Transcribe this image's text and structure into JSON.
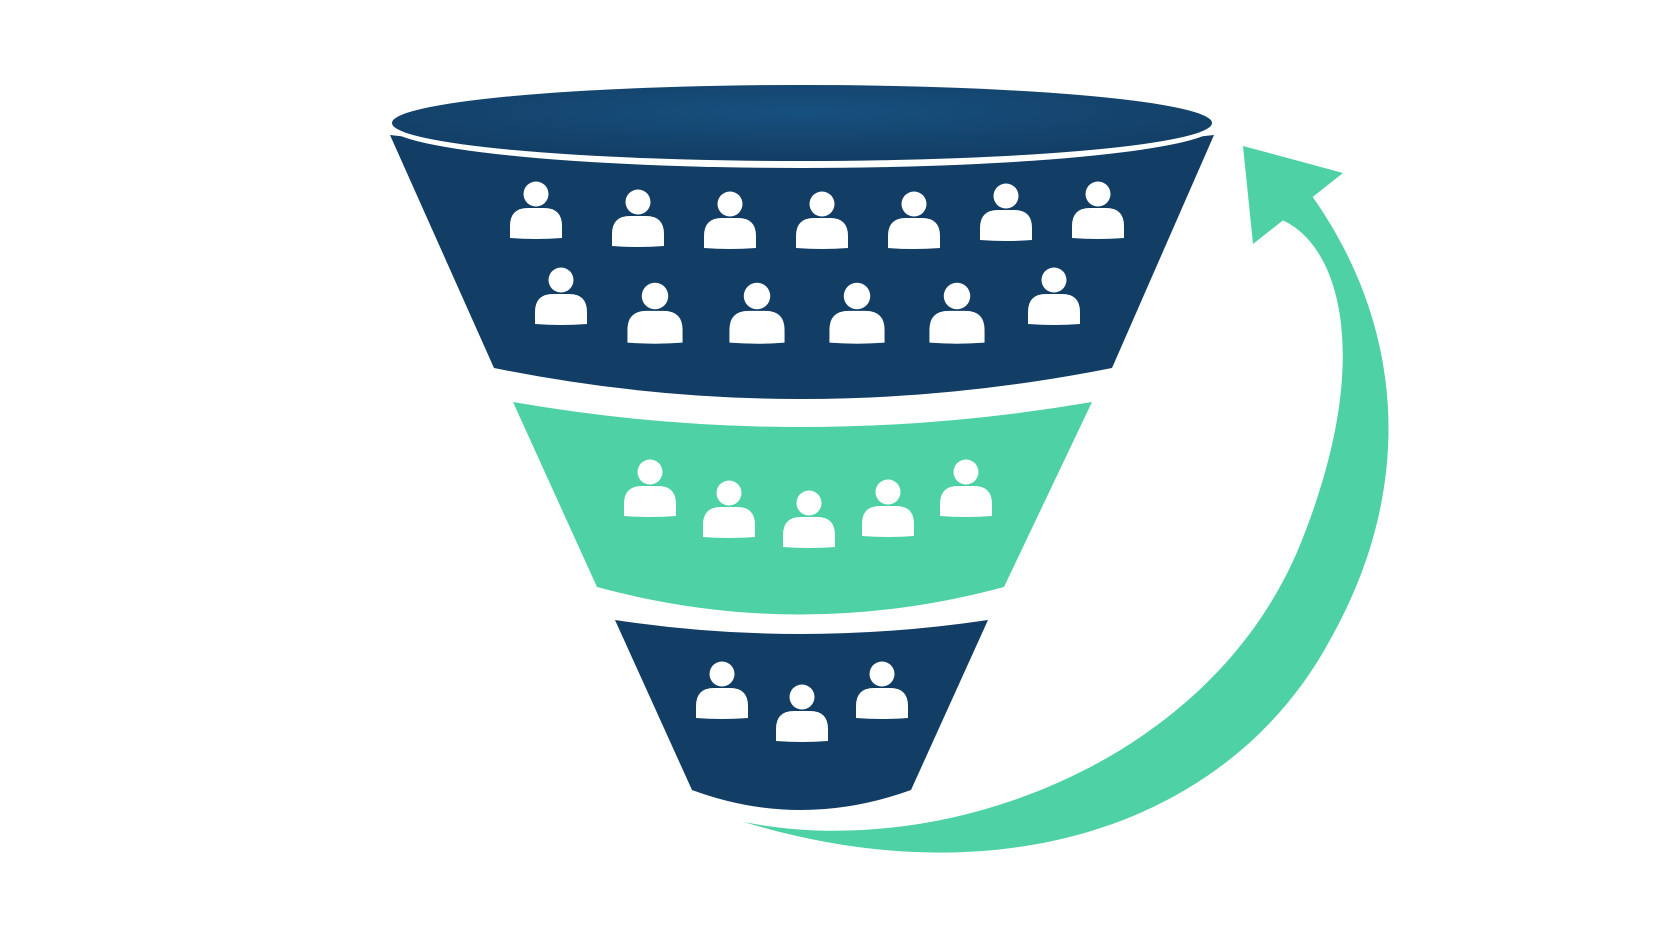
{
  "colors": {
    "background": "#ffffff",
    "dark_stage": "#123d64",
    "dark_stage_top": "#17507e",
    "light_stage": "#4ed1a5",
    "arrow": "#4ed1a5",
    "person_icon": "#ffffff"
  },
  "stages": [
    {
      "name": "top-stage",
      "color_key": "dark_stage",
      "people_count": 13
    },
    {
      "name": "middle-stage",
      "color_key": "light_stage",
      "people_count": 5
    },
    {
      "name": "bottom-stage",
      "color_key": "dark_stage",
      "people_count": 3
    }
  ],
  "icons": {
    "person": "person-icon",
    "arrow": "curved-arrow-icon"
  }
}
